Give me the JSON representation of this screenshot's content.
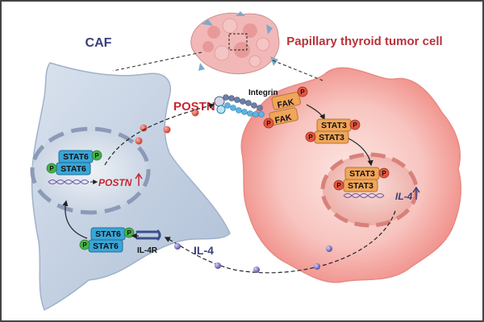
{
  "labels": {
    "caf": "CAF",
    "tumor": "Papillary thyroid tumor cell",
    "postn": "POSTN",
    "integrin": "Integrin",
    "il4": "IL-4",
    "il4r": "IL-4R",
    "gene_postn": "POSTN",
    "gene_il4": "IL-4"
  },
  "proteins": {
    "fak": "FAK",
    "stat3": "STAT3",
    "stat6": "STAT6",
    "phospho": "P"
  },
  "colors": {
    "caf_body": "#c7d3e2",
    "tumor_body": "#f7b8b3",
    "stat6": "#3aa6d8",
    "stat3": "#f0a55a",
    "phospho_green": "#45b24a",
    "phospho_red": "#e2563f",
    "postn_ligand": "#d9493a",
    "il4_ligand": "#6f66b5"
  }
}
